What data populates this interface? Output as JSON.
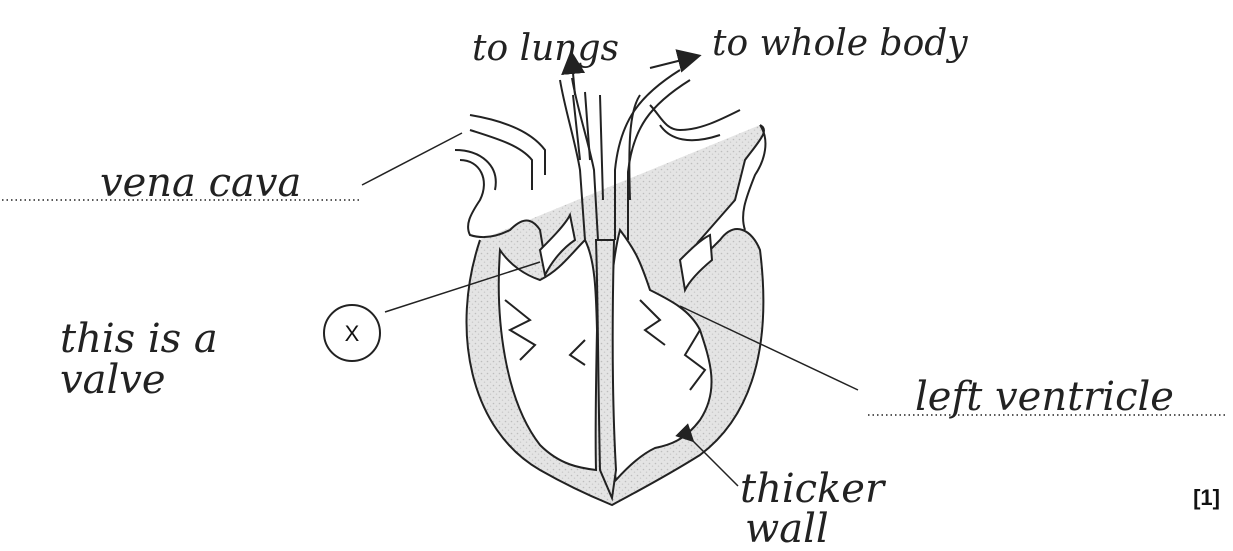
{
  "labels": {
    "to_lungs": "to lungs",
    "to_whole_body": "to whole body",
    "vena_cava": "vena cava",
    "this_is_a": "this is a",
    "valve": "valve",
    "x_marker": "X",
    "left_ventricle": "left ventricle",
    "thicker": "thicker",
    "wall": "wall"
  },
  "marks": "[1]",
  "colors": {
    "ink": "#222222",
    "wall_shading": "#d9d9d9"
  }
}
